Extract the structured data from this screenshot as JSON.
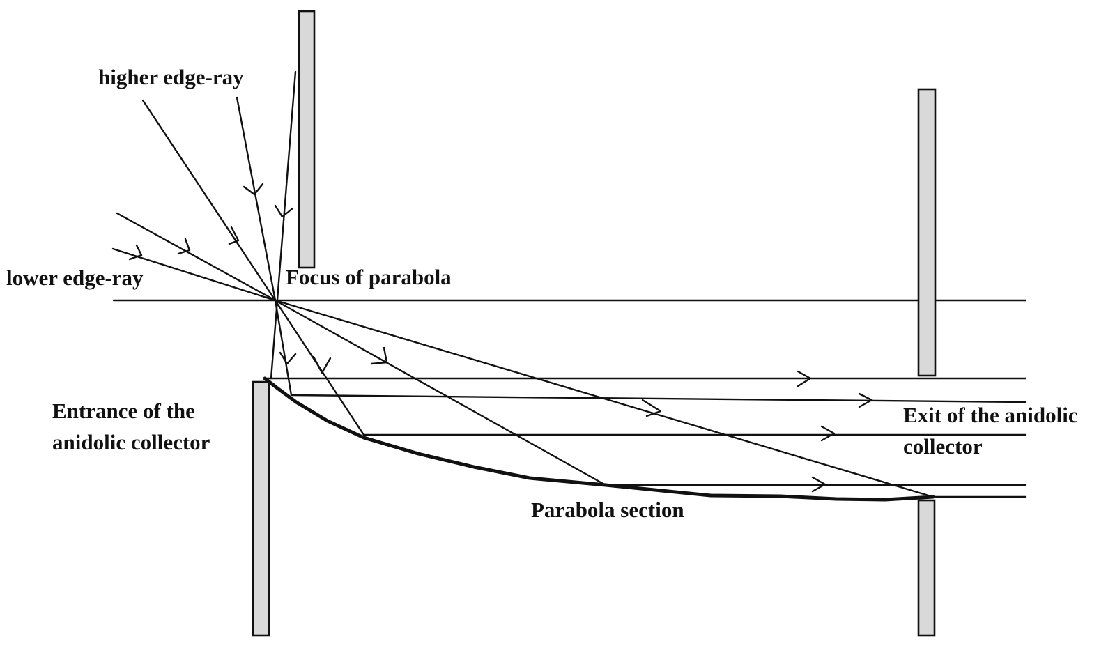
{
  "diagram": {
    "labels": {
      "higher_edge_ray": "higher edge-ray",
      "lower_edge_ray": "lower edge-ray",
      "focus": "Focus of parabola",
      "entrance_line1": "Entrance of the",
      "entrance_line2": "anidolic collector",
      "exit_line1": "Exit of the anidolic",
      "exit_line2": "collector",
      "parabola_section": "Parabola section"
    }
  }
}
